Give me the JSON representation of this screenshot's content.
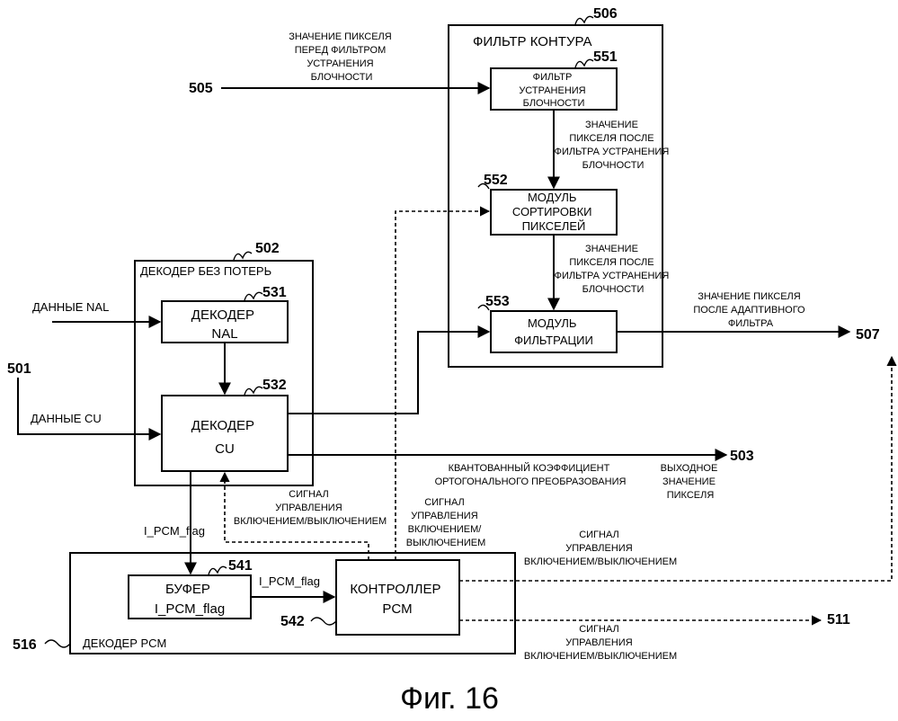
{
  "refs": {
    "r506": "506",
    "r551": "551",
    "r505": "505",
    "r552": "552",
    "r502": "502",
    "r553": "553",
    "r531": "531",
    "r507": "507",
    "r501": "501",
    "r532": "532",
    "r503": "503",
    "r541": "541",
    "r542": "542",
    "r511": "511",
    "r516": "516"
  },
  "blocks": {
    "loop_filter": {
      "title": "ФИЛЬТР КОНТУРА"
    },
    "deblock_filter": {
      "lines": [
        "ФИЛЬТР",
        "УСТРАНЕНИЯ",
        "БЛОЧНОСТИ"
      ]
    },
    "pixel_sort": {
      "lines": [
        "МОДУЛЬ",
        "СОРТИРОВКИ",
        "ПИКСЕЛЕЙ"
      ]
    },
    "filter_module": {
      "lines": [
        "МОДУЛЬ",
        "ФИЛЬТРАЦИИ"
      ]
    },
    "lossless_decoder": {
      "title": "ДЕКОДЕР БЕЗ ПОТЕРЬ"
    },
    "nal_decoder": {
      "lines": [
        "ДЕКОДЕР",
        "NAL"
      ]
    },
    "cu_decoder": {
      "lines": [
        "ДЕКОДЕР",
        "CU"
      ]
    },
    "pcm_decoder": {
      "title": "ДЕКОДЕР PCM"
    },
    "ipcm_buffer": {
      "lines": [
        "БУФЕР",
        "I_PCM_flag"
      ]
    },
    "pcm_controller": {
      "lines": [
        "КОНТРОЛЛЕР",
        "PCM"
      ]
    }
  },
  "labels": {
    "pre_deblock": [
      "ЗНАЧЕНИЕ ПИКСЕЛЯ",
      "ПЕРЕД ФИЛЬТРОМ",
      "УСТРАНЕНИЯ",
      "БЛОЧНОСТИ"
    ],
    "post_deblock_1": [
      "ЗНАЧЕНИЕ",
      "ПИКСЕЛЯ ПОСЛЕ",
      "ФИЛЬТРА УСТРАНЕНИЯ",
      "БЛОЧНОСТИ"
    ],
    "post_deblock_2": [
      "ЗНАЧЕНИЕ",
      "ПИКСЕЛЯ ПОСЛЕ",
      "ФИЛЬТРА УСТРАНЕНИЯ",
      "БЛОЧНОСТИ"
    ],
    "post_adaptive": [
      "ЗНАЧЕНИЕ ПИКСЕЛЯ",
      "ПОСЛЕ АДАПТИВНОГО",
      "ФИЛЬТРА"
    ],
    "nal_data": "ДАННЫЕ NAL",
    "cu_data": "ДАННЫЕ CU",
    "quant_coef": [
      "КВАНТОВАННЫЙ КОЭФФИЦИЕНТ",
      "ОРТОГОНАЛЬНОГО ПРЕОБРАЗОВАНИЯ"
    ],
    "output_pixel": [
      "ВЫХОДНОЕ",
      "ЗНАЧЕНИЕ",
      "ПИКСЕЛЯ"
    ],
    "onoff_cu": [
      "СИГНАЛ",
      "УПРАВЛЕНИЯ",
      "ВКЛЮЧЕНИЕМ/ВЫКЛЮЧЕНИЕМ"
    ],
    "onoff_sort": [
      "СИГНАЛ",
      "УПРАВЛЕНИЯ",
      "ВКЛЮЧЕНИЕМ/",
      "ВЫКЛЮЧЕНИЕМ"
    ],
    "onoff_507": [
      "СИГНАЛ",
      "УПРАВЛЕНИЯ",
      "ВКЛЮЧЕНИЕМ/ВЫКЛЮЧЕНИЕМ"
    ],
    "onoff_511": [
      "СИГНАЛ",
      "УПРАВЛЕНИЯ",
      "ВКЛЮЧЕНИЕМ/ВЫКЛЮЧЕНИЕМ"
    ],
    "ipcm_flag_down": "I_PCM_flag",
    "ipcm_flag_right": "I_PCM_flag"
  },
  "caption": "Фиг. 16"
}
